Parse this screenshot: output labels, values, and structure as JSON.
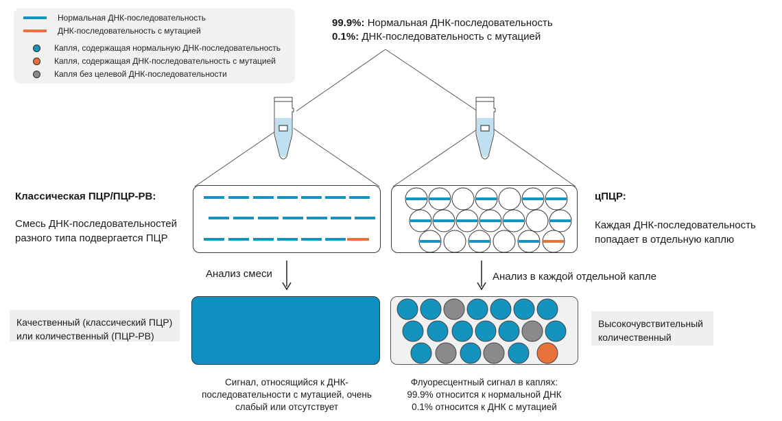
{
  "legend": {
    "normal_seq": "Нормальная ДНК-последовательность",
    "mutant_seq": "ДНК-последовательность с мутацией",
    "drop_normal": "Капля, содержащая нормальную ДНК-последовательность",
    "drop_mutant": "Капля, содержащая ДНК-последовательность с мутацией",
    "drop_empty": "Капля без целевой ДНК-последовательности"
  },
  "top": {
    "line1_bold": "99.9%:",
    "line1_text": " Нормальная ДНК-последовательность",
    "line2_bold": "0.1%:",
    "line2_text": " ДНК-последовательность с мутацией"
  },
  "left": {
    "title": "Классическая ПЦР/ПЦР-РВ:",
    "description": "Смесь ДНК-последовательностей разного типа подвергается ПЦР",
    "arrow_label": "Анализ смеси",
    "result_box": "Качественный (классический ПЦР) или количественный (ПЦР-РВ)",
    "caption": "Сигнал, относящийся к ДНК-последовательности с мутацией, очень слабый или отсутствует"
  },
  "right": {
    "title": "цПЦР:",
    "description": "Каждая ДНК-последовательность попадает в отдельную каплю",
    "arrow_label": "Анализ в каждой отдельной капле",
    "result_box": "Высокочувствительный количественный",
    "caption_line1": "Флуоресцентный сигнал в каплях:",
    "caption_line2": "99.9% относится к нормальной ДНК",
    "caption_line3": "0.1% относится к ДНК с мутацией"
  },
  "colors": {
    "normal": "#1593bf",
    "mutant": "#e8733a",
    "empty": "#8a8a8a",
    "legend_bg": "#f1f1f1"
  },
  "icons": [
    "test-tube-icon",
    "arrow-down-icon"
  ]
}
